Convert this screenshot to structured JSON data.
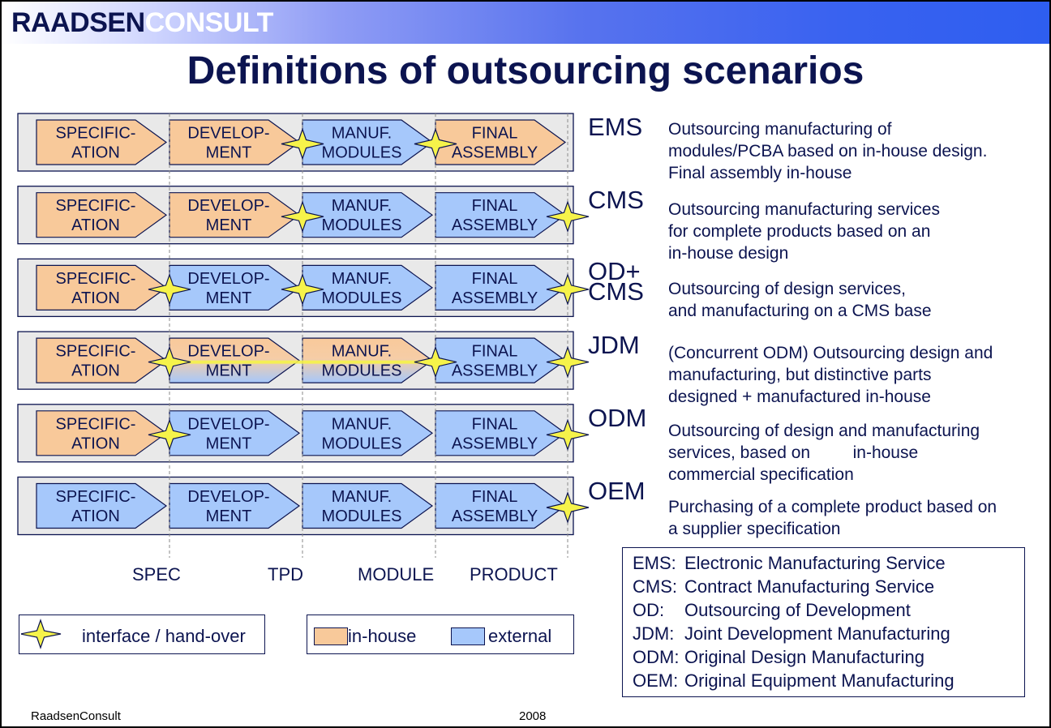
{
  "header": {
    "brand_part1": "RAADSEN",
    "brand_part2": "CONSULT"
  },
  "title": "Definitions of outsourcing scenarios",
  "stages": [
    {
      "line1": "SPECIFIC-",
      "line2": "ATION"
    },
    {
      "line1": "DEVELOP-",
      "line2": "MENT"
    },
    {
      "line1": "MANUF.",
      "line2": "MODULES"
    },
    {
      "line1": "FINAL",
      "line2": "ASSEMBLY"
    }
  ],
  "colors": {
    "in_house": "#f8c99a",
    "external": "#a6c8fb",
    "border": "#0c1450",
    "row_bg": "#e9e9e9",
    "star": "#f6f34a"
  },
  "scenarios": [
    {
      "abbr": "EMS",
      "abbr2": "",
      "description": "Outsourcing manufacturing of\nmodules/PCBA based on in-house design.\nFinal assembly in-house",
      "fills": [
        "in_house",
        "in_house",
        "external",
        "in_house"
      ],
      "interfaces": [
        2,
        3
      ]
    },
    {
      "abbr": "CMS",
      "abbr2": "",
      "description": "Outsourcing manufacturing services\nfor complete products based on an\nin-house design",
      "fills": [
        "in_house",
        "in_house",
        "external",
        "external"
      ],
      "interfaces": [
        2,
        4
      ]
    },
    {
      "abbr": "OD+",
      "abbr2": "CMS",
      "description": "Outsourcing of design services,\nand manufacturing on a CMS base",
      "fills": [
        "in_house",
        "external",
        "external",
        "external"
      ],
      "interfaces": [
        1,
        2,
        4
      ]
    },
    {
      "abbr": "JDM",
      "abbr2": "",
      "description": "(Concurrent ODM) Outsourcing design and\nmanufacturing, but distinctive parts\ndesigned + manufactured in-house",
      "fills": [
        "in_house",
        "mixed",
        "mixed",
        "external"
      ],
      "interfaces": [
        1,
        3,
        4
      ]
    },
    {
      "abbr": "ODM",
      "abbr2": "",
      "description": "Outsourcing of design and manufacturing\nservices, based on         in-house\ncommercial specification",
      "fills": [
        "in_house",
        "external",
        "external",
        "external"
      ],
      "interfaces": [
        1,
        4
      ]
    },
    {
      "abbr": "OEM",
      "abbr2": "",
      "description": "Purchasing of a complete product based on\na supplier specification",
      "fills": [
        "external",
        "external",
        "external",
        "external"
      ],
      "interfaces": [
        4
      ]
    }
  ],
  "axis_labels": [
    "SPEC",
    "TPD",
    "MODULE",
    "PRODUCT"
  ],
  "legend": {
    "interface": "interface / hand-over",
    "in_house": "in-house",
    "external": "external"
  },
  "definitions": [
    {
      "abbr": "EMS:",
      "text": "Electronic Manufacturing Service"
    },
    {
      "abbr": "CMS:",
      "text": "Contract Manufacturing Service"
    },
    {
      "abbr": "OD:",
      "text": "Outsourcing of Development"
    },
    {
      "abbr": "JDM:",
      "text": "Joint Development Manufacturing"
    },
    {
      "abbr": "ODM:",
      "text": "Original Design Manufacturing"
    },
    {
      "abbr": "OEM:",
      "text": "Original Equipment Manufacturing"
    }
  ],
  "footer": {
    "left": "RaadsenConsult",
    "center": "2008"
  }
}
